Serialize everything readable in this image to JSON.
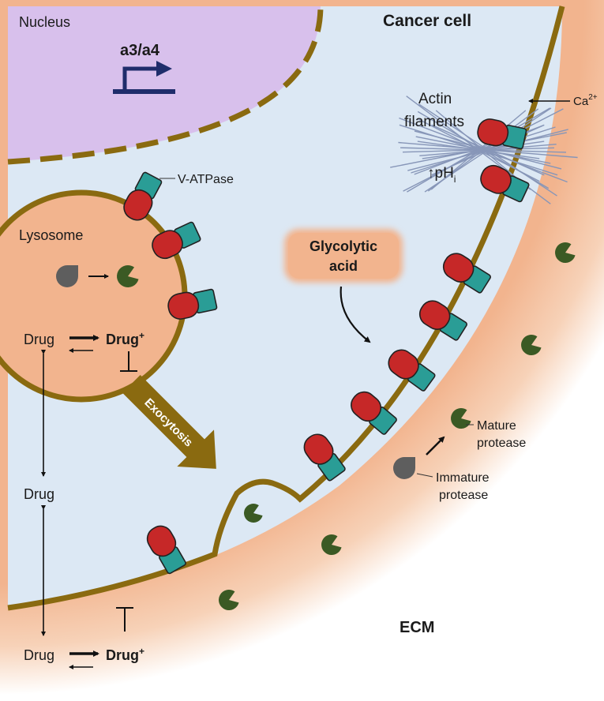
{
  "labels": {
    "nucleus": "Nucleus",
    "gene": "a3/a4",
    "cancer_cell": "Cancer cell",
    "v_atpase": "V-ATPase",
    "lysosome": "Lysosome",
    "actin_line1": "Actin",
    "actin_line2": "filaments",
    "ca": "Ca",
    "ca_sup": "2+",
    "ph_prefix": "↑pH",
    "ph_sub": "i",
    "glycolytic_line1": "Glycolytic",
    "glycolytic_line2": "acid",
    "exocytosis": "Exocytosis",
    "drug": "Drug",
    "drug_plus": "Drug",
    "plus": "+",
    "mature_line1": "Mature",
    "mature_line2": "protease",
    "immature_line1": "Immature",
    "immature_line2": "protease",
    "ecm": "ECM"
  },
  "colors": {
    "cytoplasm": "#dce8f4",
    "ecm": "#f2b48e",
    "nucleus": "#d8c0ec",
    "membrane": "#8a6a10",
    "lysosome": "#f2b48e",
    "vatpase_red": "#c62828",
    "vatpase_teal": "#2a9d96",
    "mature_protease": "#3b5a24",
    "immature_protease": "#5e5e5e",
    "gene_arrow": "#1f2d6b",
    "actin": "#8796b8",
    "exocytosis_arrow": "#8a6a10"
  },
  "icons": [
    "v-atpase-icon",
    "mature-protease-icon",
    "immature-protease-icon",
    "gene-promoter-icon"
  ]
}
